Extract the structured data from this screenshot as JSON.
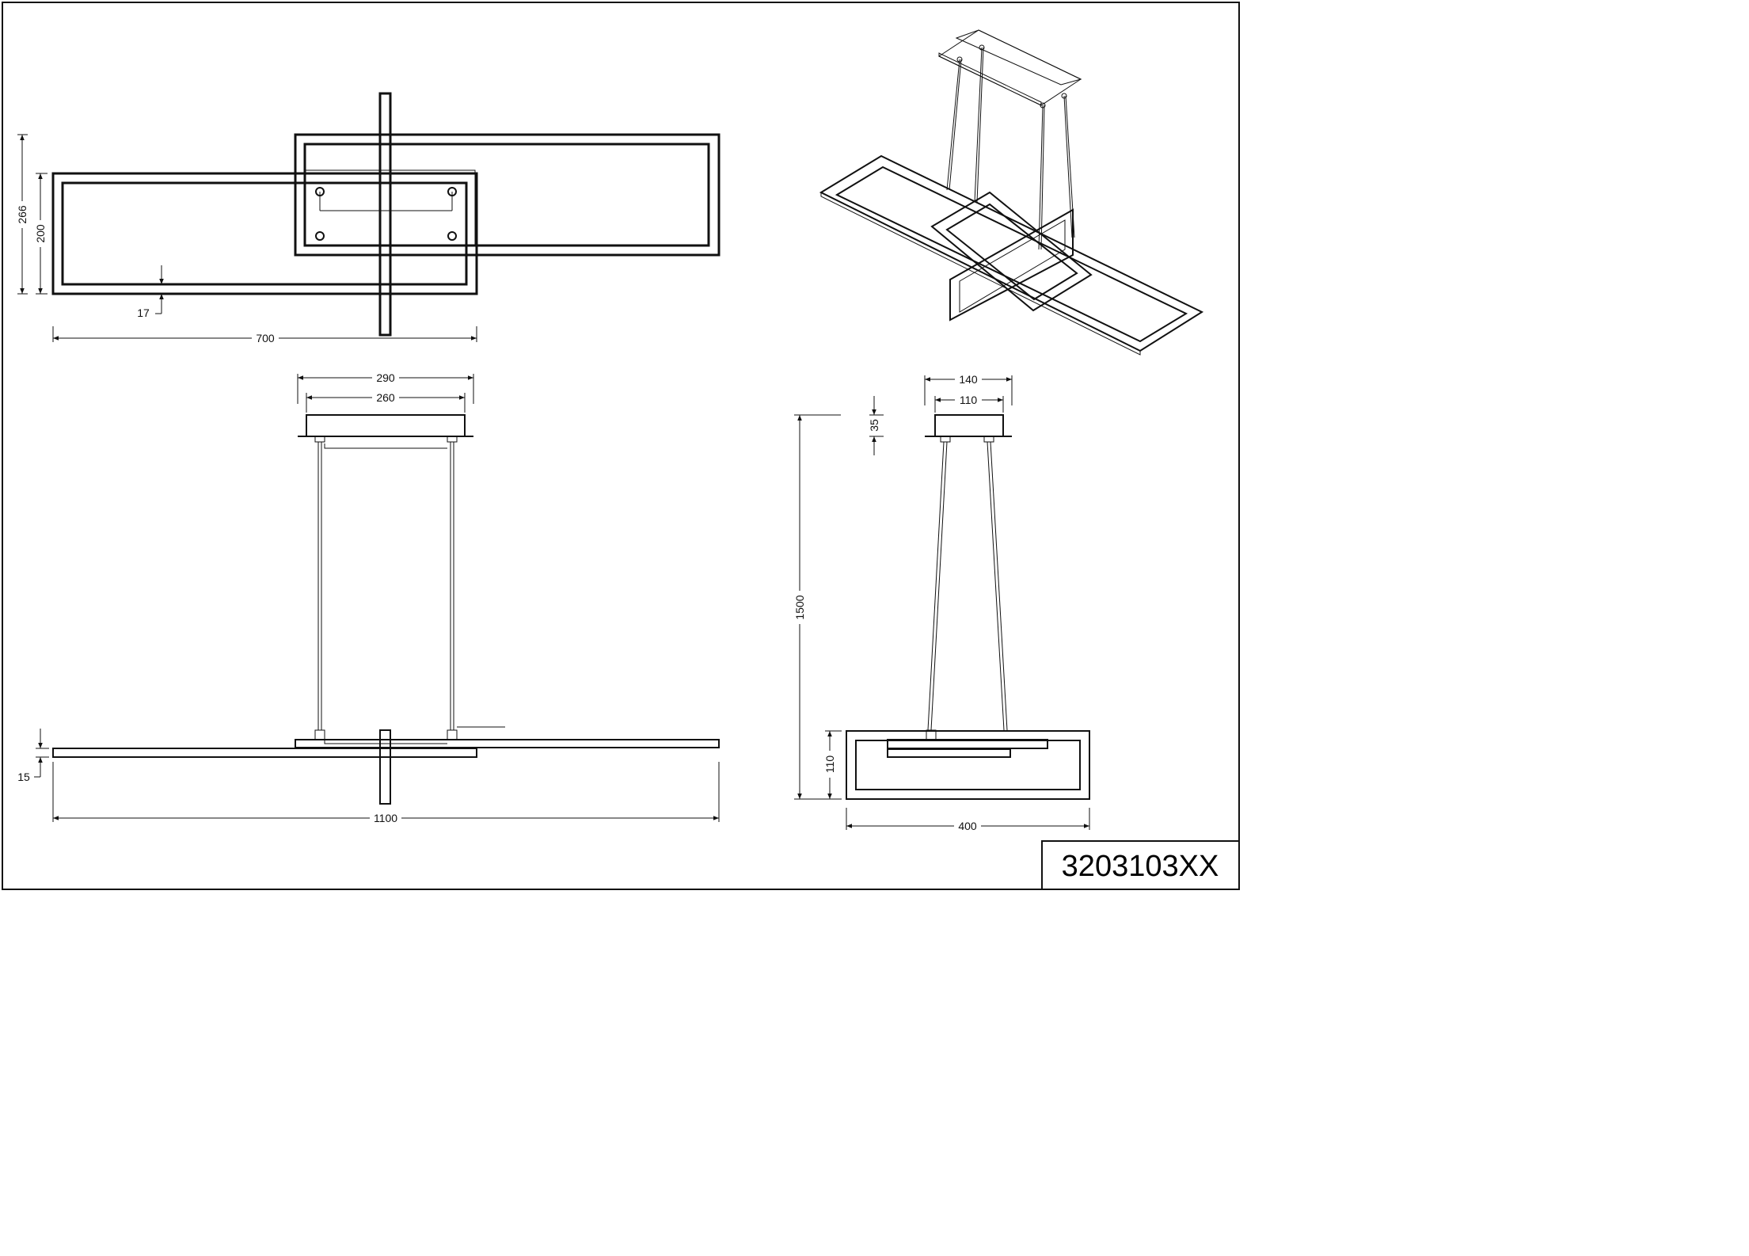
{
  "title_block": {
    "article_number": "3203103XX"
  },
  "dimensions": {
    "top_view": {
      "total_height": "266",
      "frame_height": "200",
      "frame_profile": "17",
      "frame_width": "700"
    },
    "front_view": {
      "canopy_width": "290",
      "canopy_mount": "260",
      "bar_thickness": "15",
      "total_length": "1100"
    },
    "side_view": {
      "canopy_depth": "140",
      "canopy_mount": "110",
      "canopy_height": "35",
      "total_height": "1500",
      "frame_height": "110",
      "frame_width": "400"
    }
  }
}
